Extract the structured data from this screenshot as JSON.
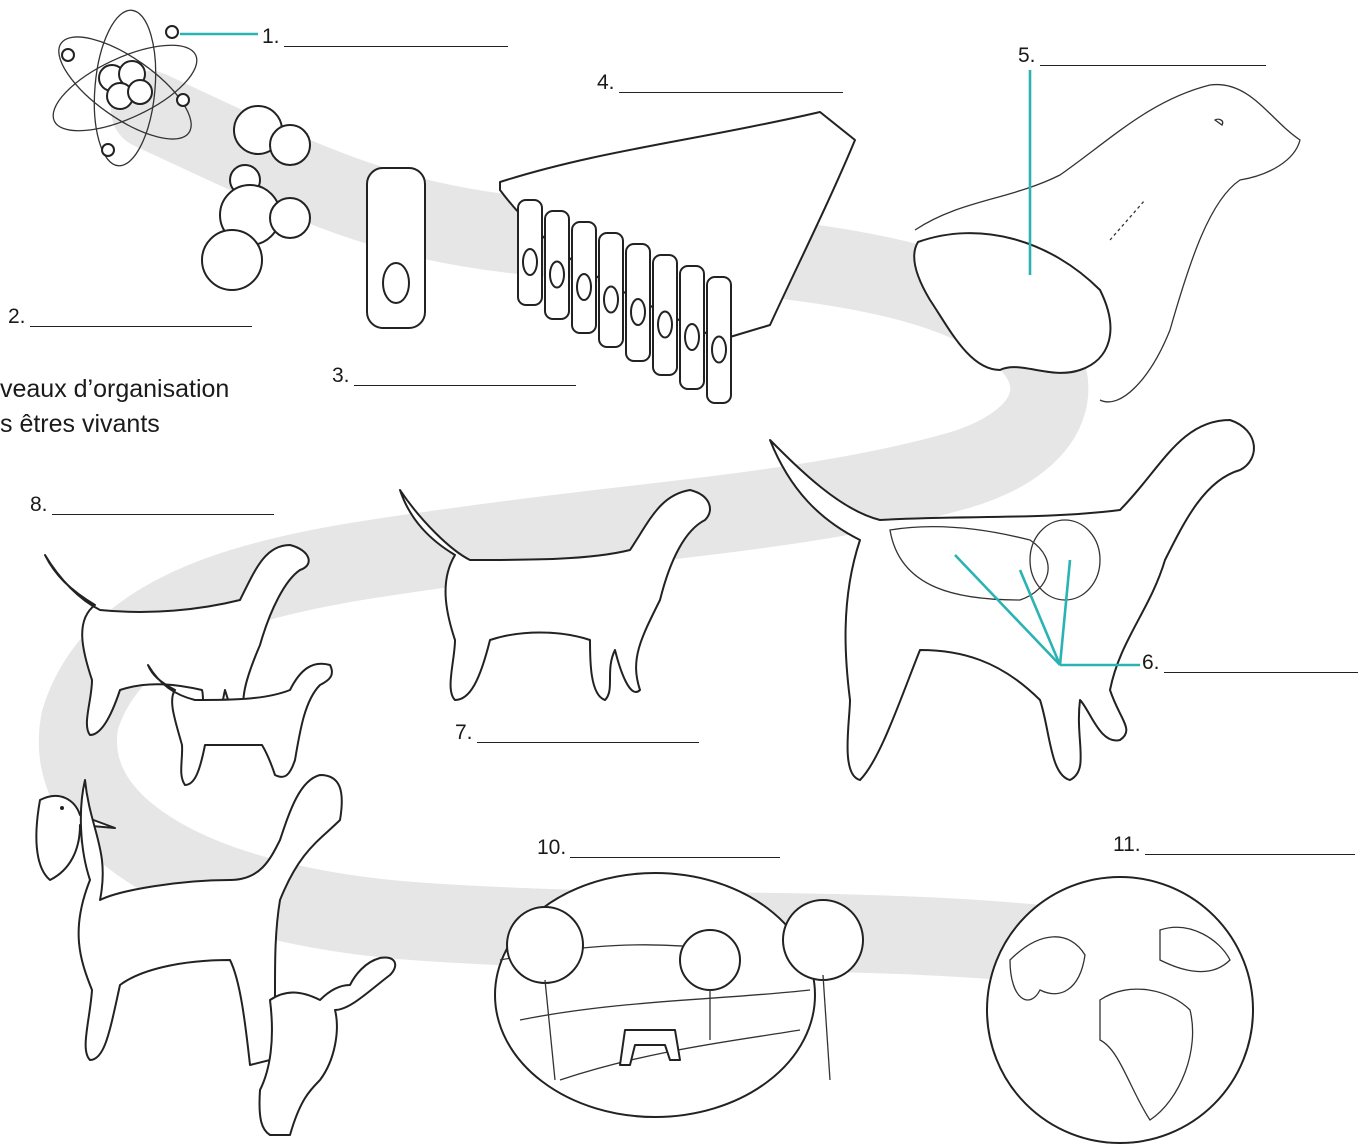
{
  "title": {
    "line1": "veaux d’organisation",
    "line2": "s êtres vivants"
  },
  "labels": [
    {
      "num": "1."
    },
    {
      "num": "2."
    },
    {
      "num": "3."
    },
    {
      "num": "4."
    },
    {
      "num": "5."
    },
    {
      "num": "6."
    },
    {
      "num": "7."
    },
    {
      "num": "8."
    },
    {
      "num": "10."
    },
    {
      "num": "11."
    }
  ],
  "colors": {
    "pointer": "#2ab3b3",
    "path": "#e6e6e6",
    "ink": "#222222"
  }
}
